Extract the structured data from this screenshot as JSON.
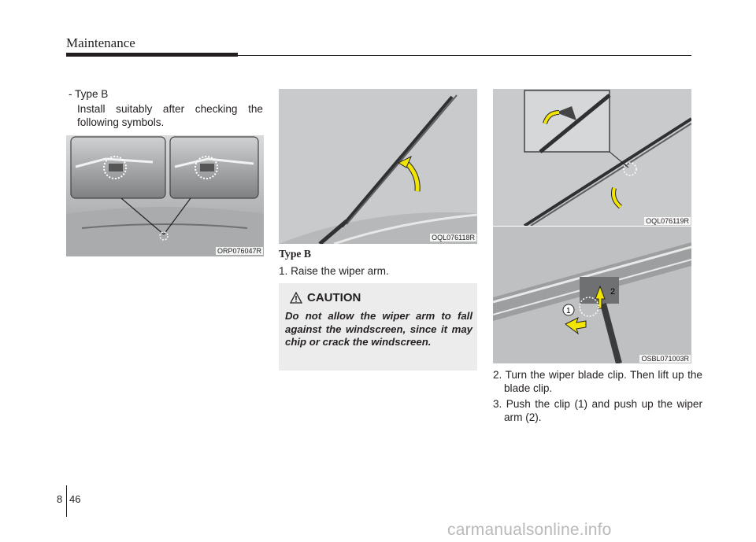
{
  "header": {
    "title": "Maintenance"
  },
  "col1": {
    "type_label": "- Type B",
    "instruction": "Install suitably after checking the following symbols.",
    "figure_code": "ORP076047R"
  },
  "col2": {
    "figure_code": "OQL076118R",
    "type_heading": "Type B",
    "step1": "1. Raise the wiper arm.",
    "caution_title": "CAUTION",
    "caution_text": "Do not allow the wiper arm to fall against the windscreen, since it may chip or crack the windscreen."
  },
  "col3": {
    "figure_top_code": "OQL076119R",
    "figure_bottom_code": "OSBL071003R",
    "callout_1": "1",
    "callout_2": "2",
    "step2": "2. Turn the wiper blade clip. Then lift up the blade clip.",
    "step3": "3. Push the clip (1) and push up the wiper arm (2)."
  },
  "footer": {
    "chapter": "8",
    "page": "46",
    "watermark": "carmanualsonline.info"
  },
  "colors": {
    "arrow_yellow": "#f2e600",
    "caution_bg": "#ececed",
    "text": "#231f20"
  }
}
